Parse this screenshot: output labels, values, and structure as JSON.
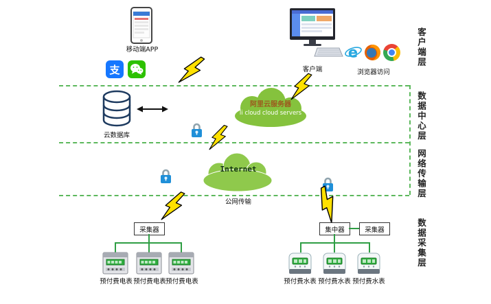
{
  "layer_labels": [
    "客户端层",
    "数据中心层",
    "网络传输层",
    "数据采集层"
  ],
  "client_layer": {
    "mobile_app_label": "移动端APP",
    "client_label": "客户端",
    "browser_label": "浏览器访问"
  },
  "data_center_layer": {
    "cloud_title": "阿里云服务器",
    "cloud_subtitle": "li cloud  cloud servers",
    "database_label": "云数据库"
  },
  "network_layer": {
    "internet_title": "Internet",
    "transmission_label": "公网传输"
  },
  "collection_layer": {
    "collector_left_label": "采集器",
    "concentrator_label": "集中器",
    "collector_right_label": "采集器",
    "electric_meter_labels": [
      "预付费电表",
      "预付费电表",
      "预付费电表"
    ],
    "water_meter_labels": [
      "预付费水表",
      "预付费水表",
      "预付费水表"
    ]
  },
  "icons": {
    "alipay_glyph": "支",
    "ie_glyph": "e"
  },
  "colors": {
    "layer_line_green": "#5cb85c",
    "ali_cloud_green": "#85c23d",
    "internet_cloud_green": "#8fc94c",
    "bolt_yellow": "#ffe100",
    "lock_blue": "#1f8fd8",
    "connector_green": "#2f9e44",
    "alipay_blue": "#1677ff",
    "wechat_green": "#2dc100"
  }
}
